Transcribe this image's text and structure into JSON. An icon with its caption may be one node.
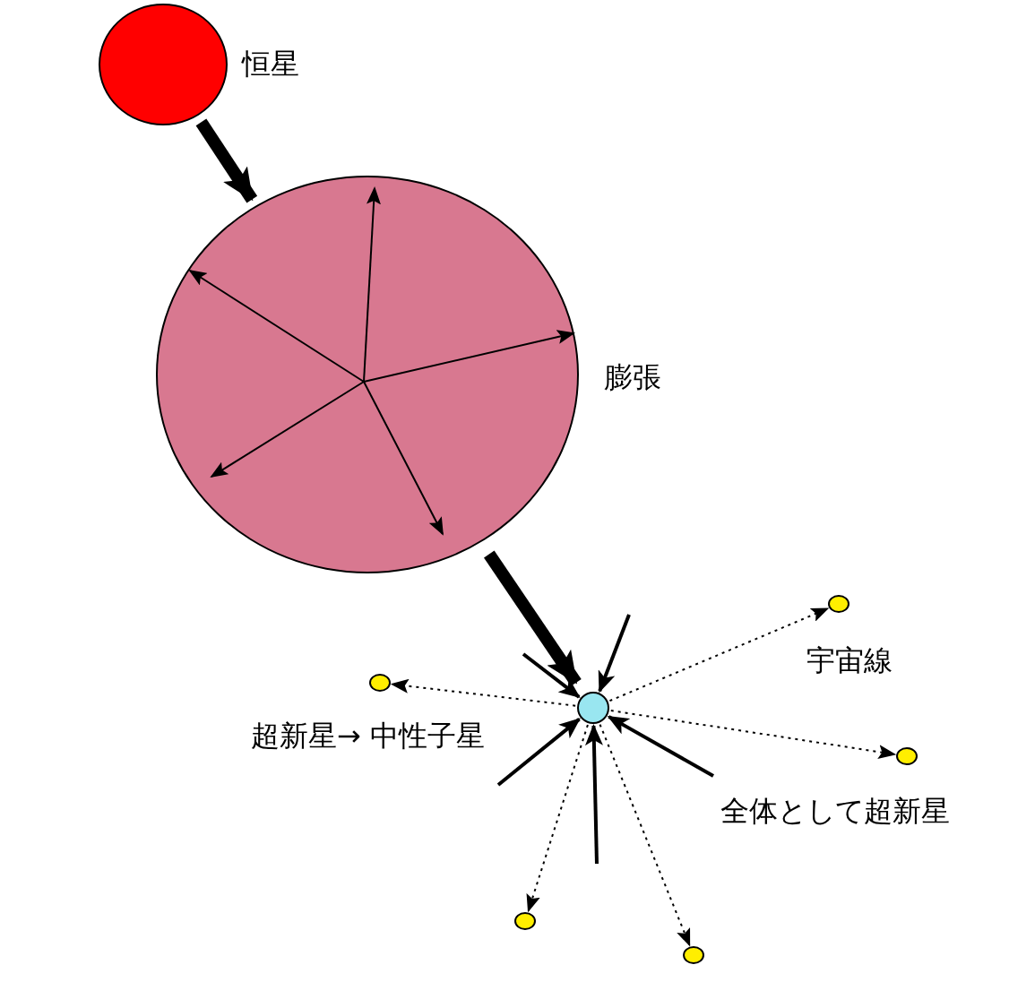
{
  "diagram": {
    "nodes": [
      {
        "text": [],
        "shape": "circle",
        "beside": [
          "恒星"
        ]
      },
      {
        "text": [],
        "shape": "circle",
        "beside": [
          "膨張"
        ]
      },
      {
        "text": [],
        "shape": "circle"
      },
      {
        "text": [],
        "shape": "circle"
      },
      {
        "text": [],
        "shape": "circle"
      },
      {
        "text": [],
        "shape": "circle"
      },
      {
        "text": [],
        "shape": "circle"
      },
      {
        "text": [],
        "shape": "circle"
      }
    ],
    "edges": [
      {
        "from": 0,
        "to": 1,
        "arrow": "to",
        "style": "thick"
      },
      {
        "from": 1,
        "to": 2,
        "arrow": "to",
        "style": "thick"
      },
      {
        "from": null,
        "to": 2,
        "arrow": "to"
      },
      {
        "from": null,
        "to": 2,
        "arrow": "to"
      },
      {
        "from": null,
        "to": 2,
        "arrow": "to"
      },
      {
        "from": null,
        "to": 2,
        "arrow": "to"
      },
      {
        "from": null,
        "to": 2,
        "arrow": "to"
      },
      {
        "from": 2,
        "to": 3,
        "arrow": "to",
        "style": "dashed"
      },
      {
        "from": 2,
        "to": 4,
        "arrow": "to",
        "style": "dashed"
      },
      {
        "from": 2,
        "to": 5,
        "arrow": "to",
        "style": "dashed"
      },
      {
        "from": 2,
        "to": 6,
        "arrow": "to",
        "style": "dashed"
      },
      {
        "from": 2,
        "to": 7,
        "arrow": "to",
        "style": "dashed"
      }
    ],
    "labels": [
      "宇宙線",
      "超新星→ 中性子星",
      "全体として超新星"
    ]
  }
}
